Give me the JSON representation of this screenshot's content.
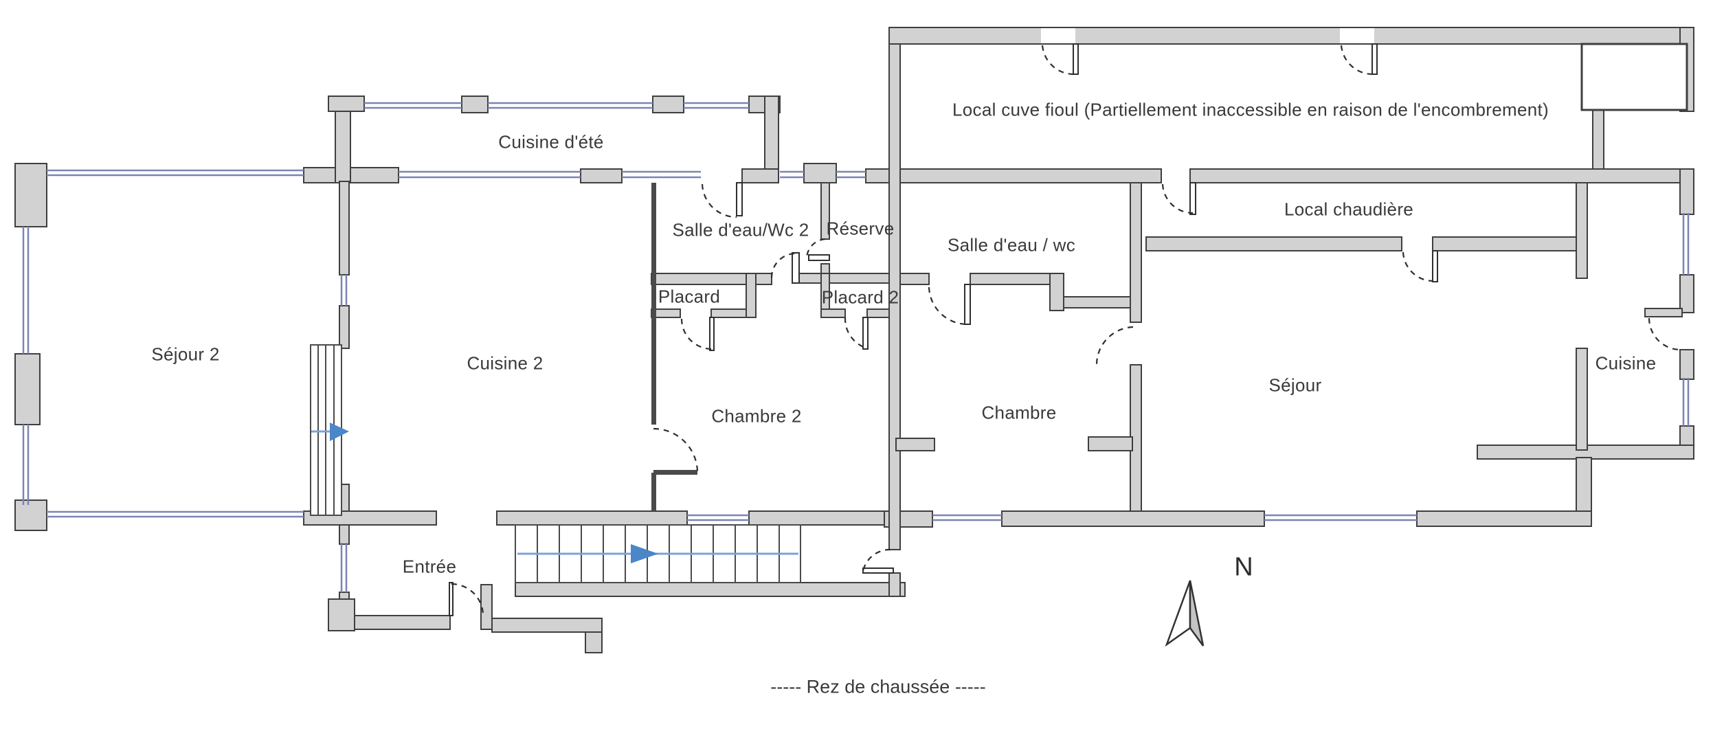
{
  "plan": {
    "caption": "-----  Rez de chaussée  -----",
    "compass": {
      "north_label": "N"
    },
    "colors": {
      "wall_fill": "#d2d2d2",
      "wall_stroke": "#3f3f3f",
      "window": "#7b84b4",
      "stair_blue": "#7ba2d6",
      "stair_arrow": "#4a86c8",
      "text": "#3a3a3a"
    },
    "rooms": {
      "cuisine_dete": {
        "label": "Cuisine d'été"
      },
      "local_cuve_fioul": {
        "label": "Local cuve fioul (Partiellement inaccessible en raison de l'encombrement)"
      },
      "sejour_2": {
        "label": "Séjour 2"
      },
      "cuisine_2": {
        "label": "Cuisine 2"
      },
      "salle_deau_wc_2": {
        "label": "Salle d'eau/Wc 2"
      },
      "reserve": {
        "label": "Réserve"
      },
      "placard": {
        "label": "Placard"
      },
      "placard_2": {
        "label": "Placard 2"
      },
      "chambre_2": {
        "label": "Chambre 2"
      },
      "entree": {
        "label": "Entrée"
      },
      "salle_deau_wc": {
        "label": "Salle d'eau / wc"
      },
      "local_chaudiere": {
        "label": "Local chaudière"
      },
      "chambre": {
        "label": "Chambre"
      },
      "sejour": {
        "label": "Séjour"
      },
      "cuisine": {
        "label": "Cuisine"
      }
    }
  }
}
